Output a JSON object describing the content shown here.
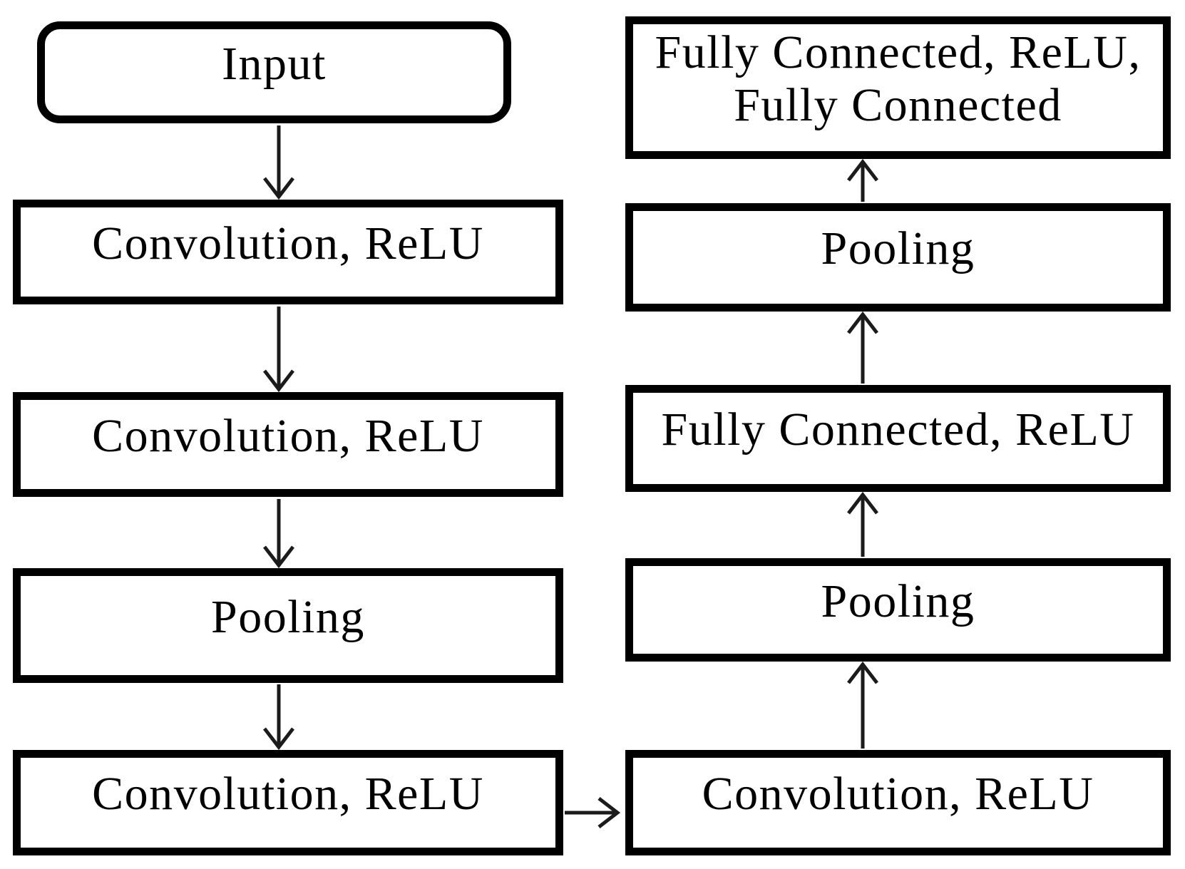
{
  "diagram": {
    "title_hint": "Convolutional neural network architecture flow",
    "colors": {
      "background": "#ffffff",
      "box_border": "#000000",
      "text": "#000000",
      "arrow": "#1b1b1b"
    },
    "left": [
      {
        "id": "input",
        "label": "Input"
      },
      {
        "id": "conv-relu-1",
        "label": "Convolution, ReLU"
      },
      {
        "id": "conv-relu-2",
        "label": "Convolution, ReLU"
      },
      {
        "id": "pooling-1",
        "label": "Pooling"
      },
      {
        "id": "conv-relu-3",
        "label": "Convolution, ReLU"
      }
    ],
    "right": [
      {
        "id": "fc-relu-fc",
        "lines": [
          "Fully Connected, ReLU,",
          "Fully Connected"
        ]
      },
      {
        "id": "pooling-3",
        "label": "Pooling"
      },
      {
        "id": "fc-relu",
        "label": "Fully Connected, ReLU"
      },
      {
        "id": "pooling-2",
        "label": "Pooling"
      },
      {
        "id": "conv-relu-4",
        "label": "Convolution, ReLU"
      }
    ],
    "edges": [
      {
        "from": "input",
        "to": "conv-relu-1",
        "direction": "down"
      },
      {
        "from": "conv-relu-1",
        "to": "conv-relu-2",
        "direction": "down"
      },
      {
        "from": "conv-relu-2",
        "to": "pooling-1",
        "direction": "down"
      },
      {
        "from": "pooling-1",
        "to": "conv-relu-3",
        "direction": "down"
      },
      {
        "from": "conv-relu-3",
        "to": "conv-relu-4",
        "direction": "right"
      },
      {
        "from": "conv-relu-4",
        "to": "pooling-2",
        "direction": "up"
      },
      {
        "from": "pooling-2",
        "to": "fc-relu",
        "direction": "up"
      },
      {
        "from": "fc-relu",
        "to": "pooling-3",
        "direction": "up"
      },
      {
        "from": "pooling-3",
        "to": "fc-relu-fc",
        "direction": "up"
      }
    ]
  }
}
